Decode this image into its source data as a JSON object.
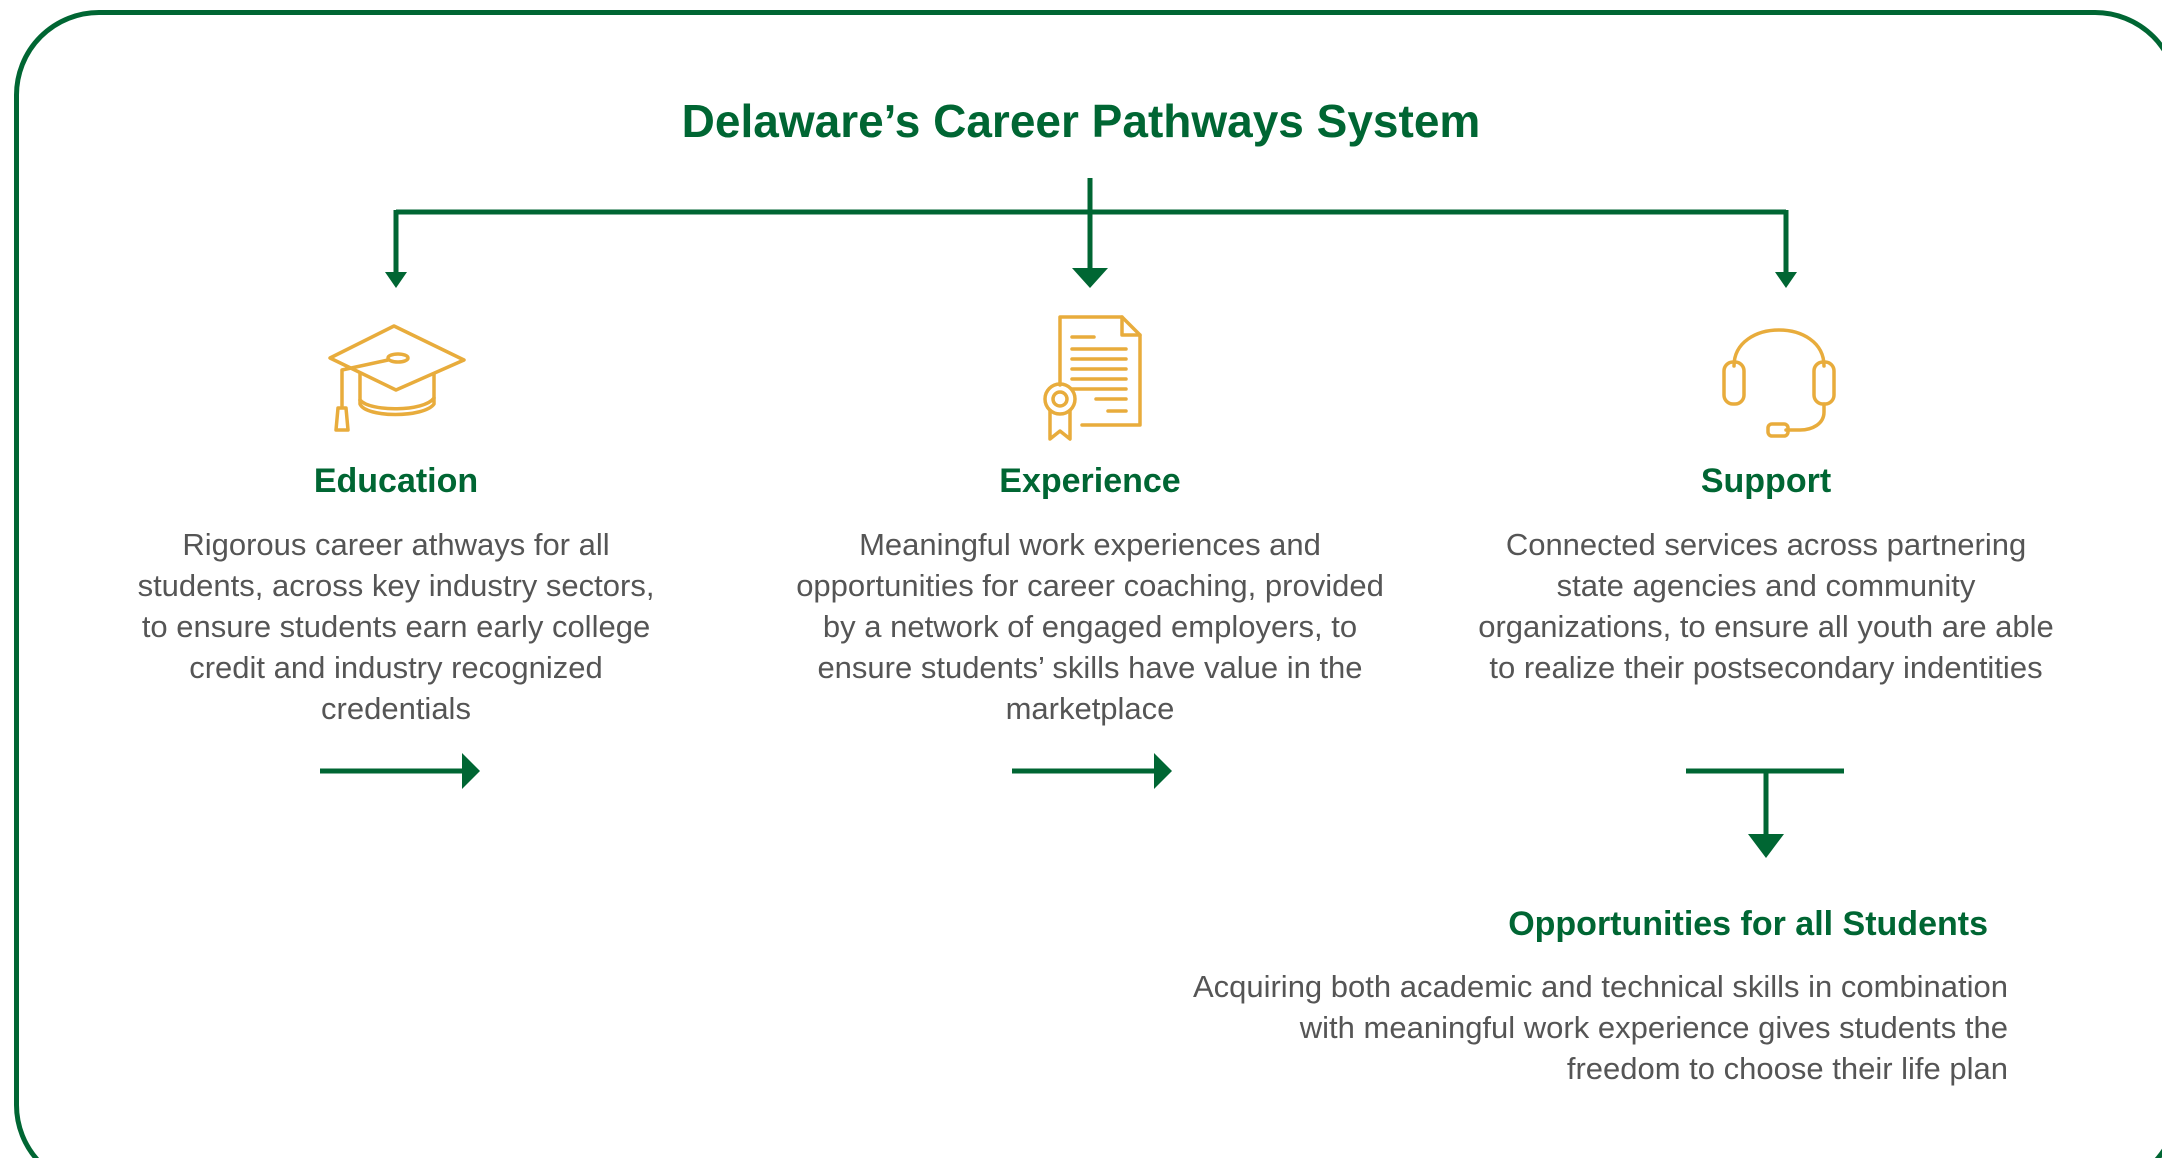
{
  "title": "Delaware’s Career Pathways System",
  "colors": {
    "primary_green": "#006633",
    "icon_gold": "#E8AC3C",
    "body_text": "#555555"
  },
  "pillars": [
    {
      "icon": "graduation-cap-icon",
      "heading": "Education",
      "description": "Rigorous career athways for all students, across key industry sectors, to ensure students earn early college credit and industry recognized credentials"
    },
    {
      "icon": "certificate-document-icon",
      "heading": "Experience",
      "description": "Meaningful work experiences and opportunities for career coaching, provided by a network of engaged employers, to ensure students’ skills have value in the marketplace"
    },
    {
      "icon": "headset-icon",
      "heading": "Support",
      "description": "Connected services across partnering state agencies and community organizations, to ensure all youth are able to realize their postsecondary indentities"
    }
  ],
  "outcome": {
    "heading": "Opportunities for all Students",
    "description": "Acquiring both academic and technical skills in combination with meaningful work experience gives students the freedom to choose their life plan"
  }
}
